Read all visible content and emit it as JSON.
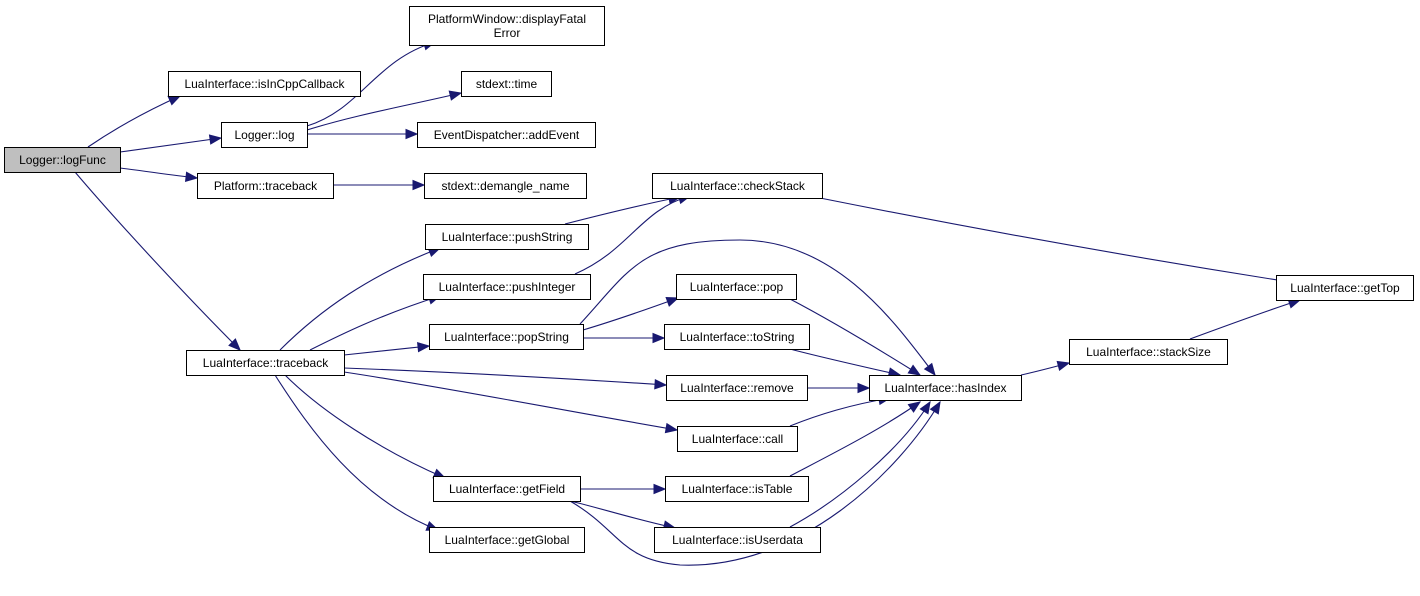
{
  "colors": {
    "edge": "#191970",
    "node_fill": "#ffffff",
    "root_fill": "#bfbfbf",
    "border": "#000000"
  },
  "nodes": [
    {
      "id": "logFunc",
      "lines": [
        "Logger::logFunc"
      ],
      "root": true
    },
    {
      "id": "isInCppCallback",
      "lines": [
        "LuaInterface::isInCppCallback"
      ]
    },
    {
      "id": "log",
      "lines": [
        "Logger::log"
      ]
    },
    {
      "id": "displayFatalError",
      "lines": [
        "PlatformWindow::displayFatal",
        "Error"
      ]
    },
    {
      "id": "time",
      "lines": [
        "stdext::time"
      ]
    },
    {
      "id": "addEvent",
      "lines": [
        "EventDispatcher::addEvent"
      ]
    },
    {
      "id": "platformTraceback",
      "lines": [
        "Platform::traceback"
      ]
    },
    {
      "id": "demangleName",
      "lines": [
        "stdext::demangle_name"
      ]
    },
    {
      "id": "checkStack",
      "lines": [
        "LuaInterface::checkStack"
      ]
    },
    {
      "id": "pushString",
      "lines": [
        "LuaInterface::pushString"
      ]
    },
    {
      "id": "pushInteger",
      "lines": [
        "LuaInterface::pushInteger"
      ]
    },
    {
      "id": "luaTraceback",
      "lines": [
        "LuaInterface::traceback"
      ]
    },
    {
      "id": "popString",
      "lines": [
        "LuaInterface::popString"
      ]
    },
    {
      "id": "pop",
      "lines": [
        "LuaInterface::pop"
      ]
    },
    {
      "id": "toString",
      "lines": [
        "LuaInterface::toString"
      ]
    },
    {
      "id": "remove",
      "lines": [
        "LuaInterface::remove"
      ]
    },
    {
      "id": "call",
      "lines": [
        "LuaInterface::call"
      ]
    },
    {
      "id": "getField",
      "lines": [
        "LuaInterface::getField"
      ]
    },
    {
      "id": "isTable",
      "lines": [
        "LuaInterface::isTable"
      ]
    },
    {
      "id": "isUserdata",
      "lines": [
        "LuaInterface::isUserdata"
      ]
    },
    {
      "id": "getGlobal",
      "lines": [
        "LuaInterface::getGlobal"
      ]
    },
    {
      "id": "hasIndex",
      "lines": [
        "LuaInterface::hasIndex"
      ]
    },
    {
      "id": "stackSize",
      "lines": [
        "LuaInterface::stackSize"
      ]
    },
    {
      "id": "getTop",
      "lines": [
        "LuaInterface::getTop"
      ]
    }
  ],
  "edges": [
    [
      "logFunc",
      "isInCppCallback"
    ],
    [
      "logFunc",
      "log"
    ],
    [
      "logFunc",
      "platformTraceback"
    ],
    [
      "logFunc",
      "luaTraceback"
    ],
    [
      "log",
      "displayFatalError"
    ],
    [
      "log",
      "time"
    ],
    [
      "log",
      "addEvent"
    ],
    [
      "platformTraceback",
      "demangleName"
    ],
    [
      "pushString",
      "checkStack"
    ],
    [
      "pushInteger",
      "checkStack"
    ],
    [
      "checkStack",
      "getTop"
    ],
    [
      "luaTraceback",
      "pushString"
    ],
    [
      "luaTraceback",
      "pushInteger"
    ],
    [
      "luaTraceback",
      "popString"
    ],
    [
      "luaTraceback",
      "remove"
    ],
    [
      "luaTraceback",
      "call"
    ],
    [
      "luaTraceback",
      "getField"
    ],
    [
      "luaTraceback",
      "getGlobal"
    ],
    [
      "popString",
      "pop"
    ],
    [
      "popString",
      "toString"
    ],
    [
      "popString",
      "hasIndex"
    ],
    [
      "pop",
      "hasIndex"
    ],
    [
      "toString",
      "hasIndex"
    ],
    [
      "remove",
      "hasIndex"
    ],
    [
      "call",
      "hasIndex"
    ],
    [
      "getField",
      "isTable"
    ],
    [
      "getField",
      "isUserdata"
    ],
    [
      "getField",
      "hasIndex"
    ],
    [
      "isTable",
      "hasIndex"
    ],
    [
      "isUserdata",
      "hasIndex"
    ],
    [
      "hasIndex",
      "stackSize"
    ],
    [
      "stackSize",
      "getTop"
    ]
  ]
}
